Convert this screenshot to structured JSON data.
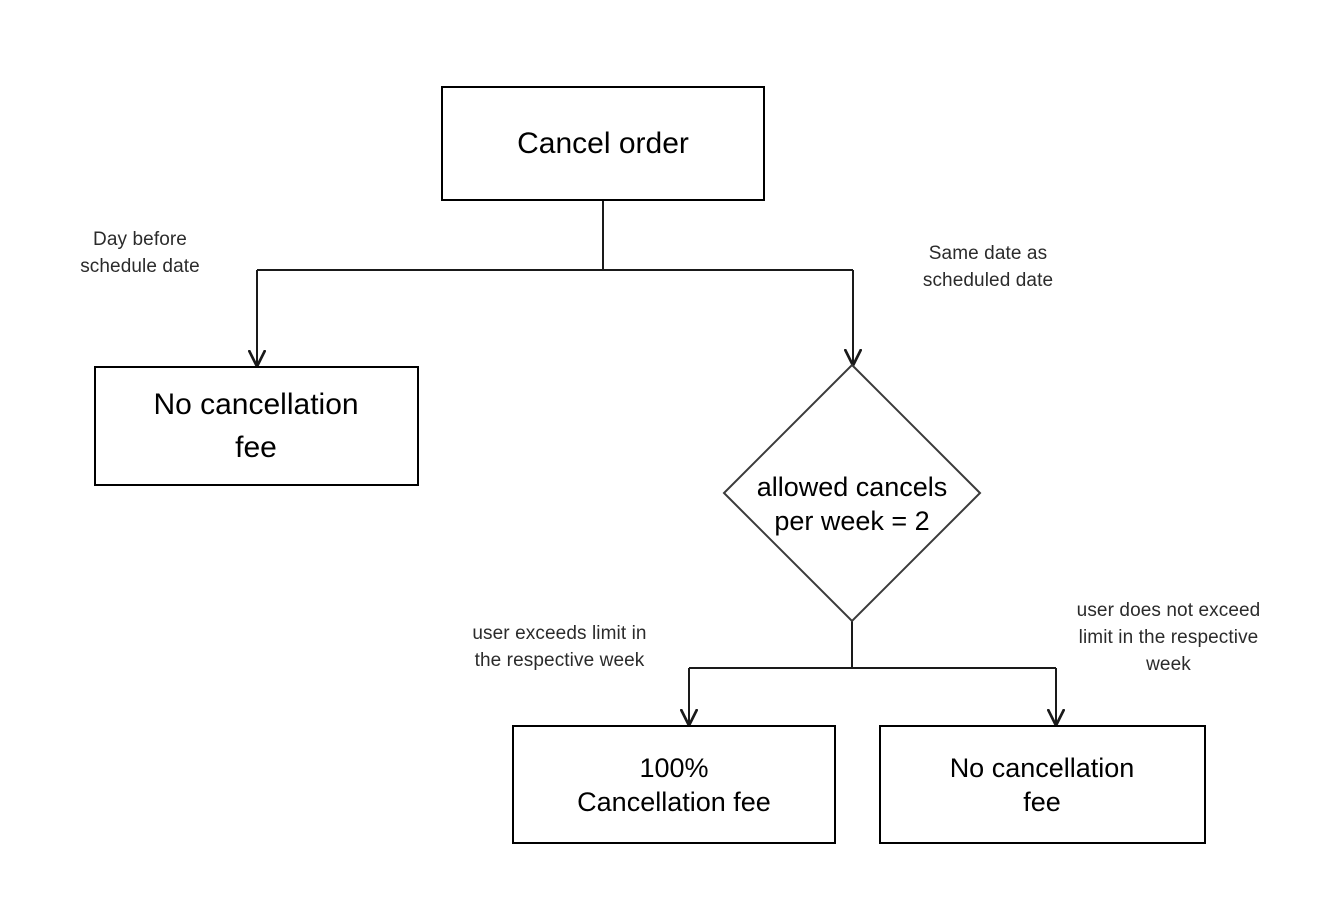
{
  "diagram": {
    "type": "flowchart",
    "title": "Cancel order cancellation fee decision flow",
    "colors": {
      "node_stroke": "#000000",
      "diamond_stroke": "#3a3a3a",
      "edge_stroke": "#1a1a1a",
      "background": "#ffffff",
      "text": "#000000",
      "label_text": "#2b2b2b"
    },
    "nodes": [
      {
        "id": "cancel-order",
        "shape": "rectangle",
        "text": "Cancel order",
        "lines": [
          "Cancel order"
        ]
      },
      {
        "id": "no-fee-left",
        "shape": "rectangle",
        "text": "No cancellation fee",
        "lines": [
          "No cancellation",
          "fee"
        ]
      },
      {
        "id": "allowed-cancels",
        "shape": "diamond",
        "text": "allowed cancels per week = 2",
        "lines": [
          "allowed cancels",
          "per week = 2"
        ]
      },
      {
        "id": "full-fee",
        "shape": "rectangle",
        "text": "100% Cancellation fee",
        "lines": [
          "100%",
          "Cancellation fee"
        ]
      },
      {
        "id": "no-fee-right",
        "shape": "rectangle",
        "text": "No cancellation fee",
        "lines": [
          "No cancellation",
          "fee"
        ]
      }
    ],
    "edges": [
      {
        "id": "edge-day-before",
        "from": "cancel-order",
        "to": "no-fee-left",
        "label": "Day before\nschedule date"
      },
      {
        "id": "edge-same-date",
        "from": "cancel-order",
        "to": "allowed-cancels",
        "label": "Same date as\nscheduled date"
      },
      {
        "id": "edge-exceeds",
        "from": "allowed-cancels",
        "to": "full-fee",
        "label": "user exceeds limit in\nthe respective week"
      },
      {
        "id": "edge-not-exceeds",
        "from": "allowed-cancels",
        "to": "no-fee-right",
        "label": "user does not exceed\nlimit in the respective\nweek"
      }
    ]
  }
}
